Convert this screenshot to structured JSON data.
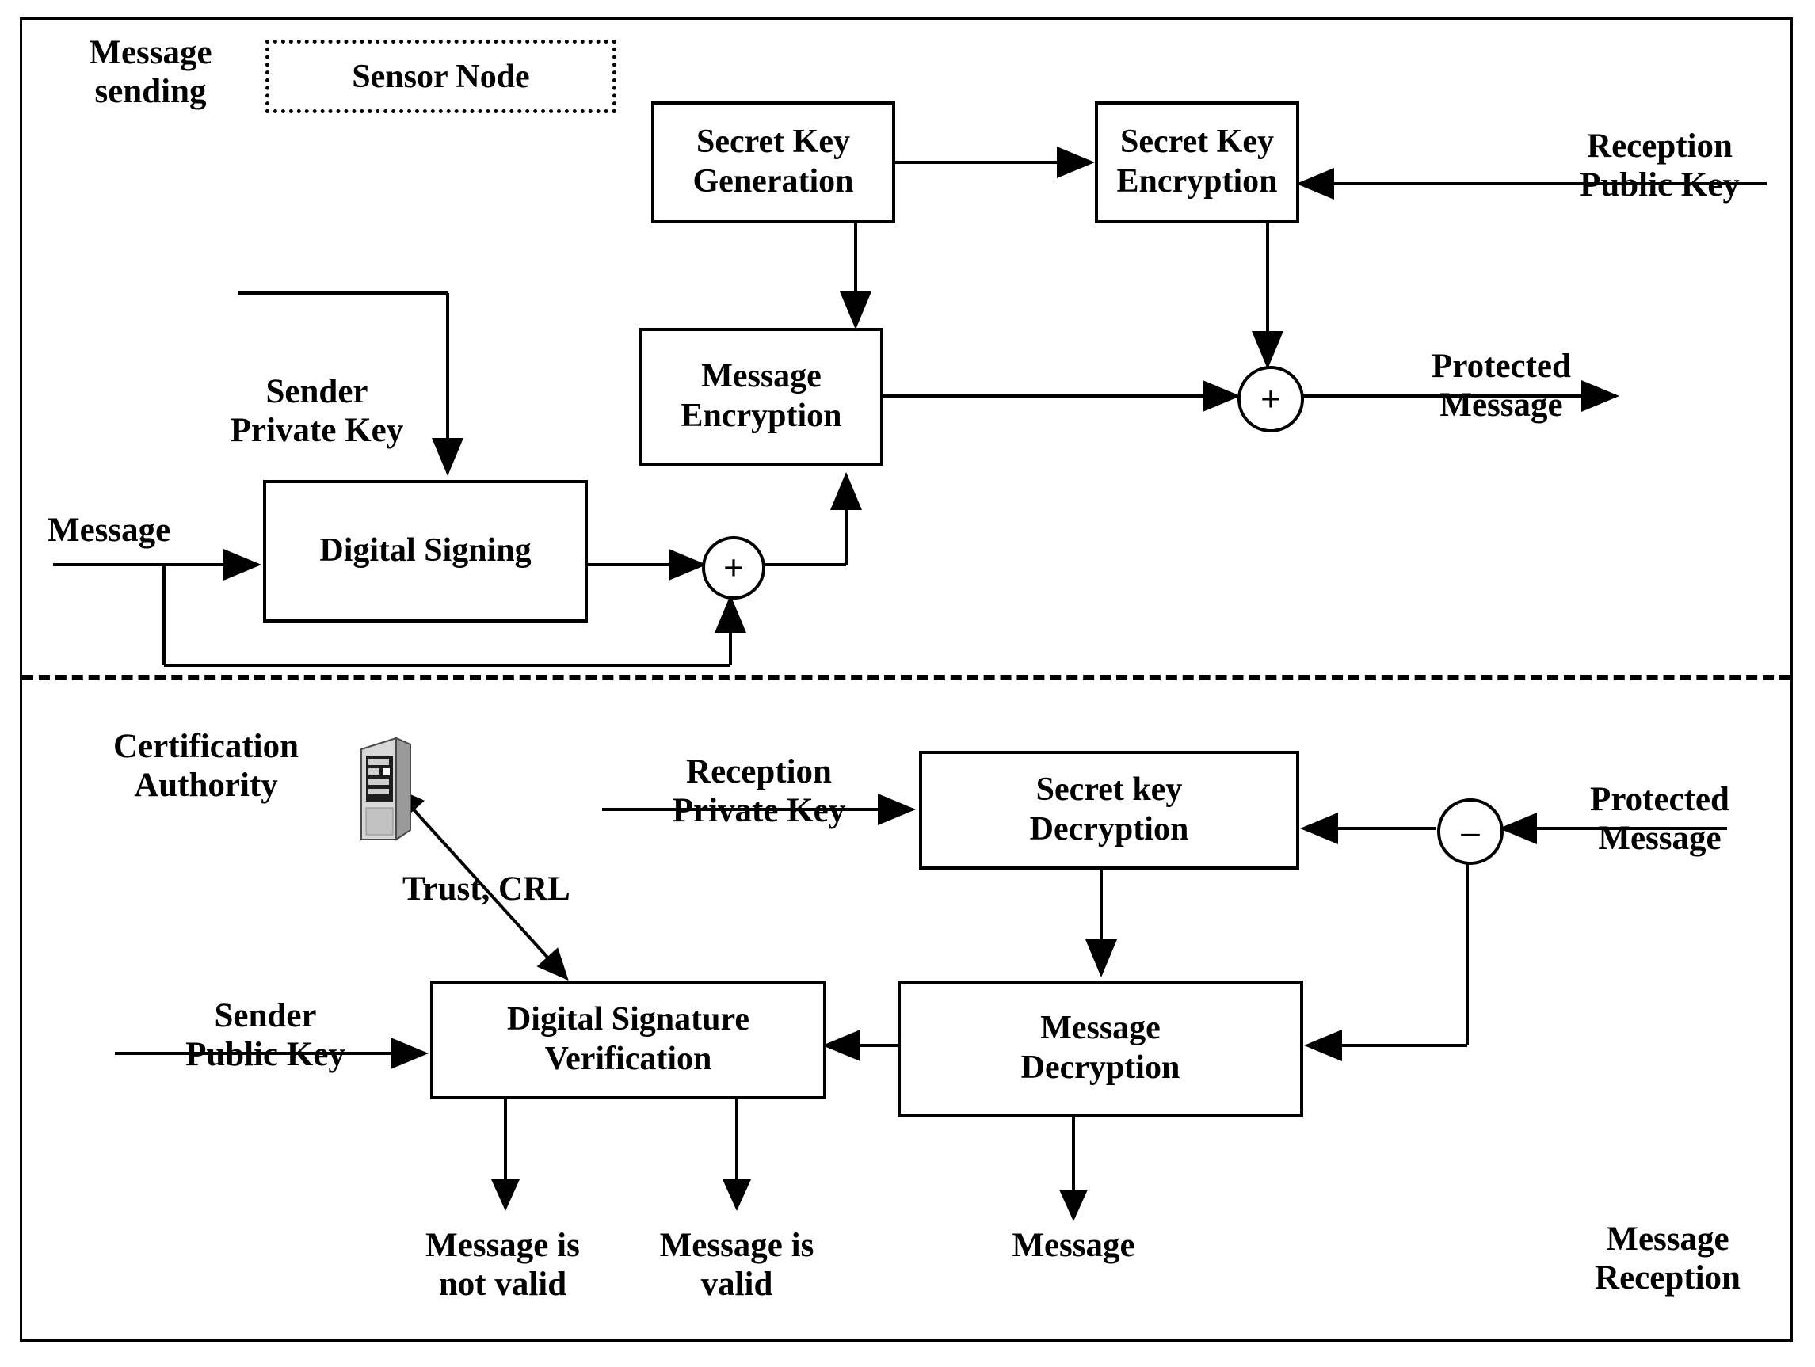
{
  "diagram": {
    "title": "Secure message sending and reception flow",
    "sections": {
      "top_label_line1": "Message",
      "top_label_line2": "sending",
      "sensor_node": "Sensor Node",
      "bottom_label_line1": "Message",
      "bottom_label_line2": "Reception"
    },
    "sending": {
      "boxes": [
        {
          "id": "secret-key-generation",
          "line1": "Secret Key",
          "line2": "Generation"
        },
        {
          "id": "secret-key-encryption",
          "line1": "Secret Key",
          "line2": "Encryption"
        },
        {
          "id": "message-encryption",
          "line1": "Message",
          "line2": "Encryption"
        },
        {
          "id": "digital-signing",
          "line1": "Digital Signing",
          "line2": ""
        }
      ],
      "labels": {
        "reception_public_key_1": "Reception",
        "reception_public_key_2": "Public Key",
        "sender_private_key_1": "Sender",
        "sender_private_key_2": "Private Key",
        "message_in": "Message",
        "protected_message_1": "Protected",
        "protected_message_2": "Message"
      },
      "operators": [
        {
          "id": "sum-signature",
          "symbol": "+"
        },
        {
          "id": "sum-protected",
          "symbol": "+"
        }
      ]
    },
    "reception": {
      "boxes": [
        {
          "id": "secret-key-decryption",
          "line1": "Secret key",
          "line2": "Decryption"
        },
        {
          "id": "message-decryption",
          "line1": "Message",
          "line2": "Decryption"
        },
        {
          "id": "digital-signature-verification",
          "line1": "Digital Signature",
          "line2": "Verification"
        }
      ],
      "labels": {
        "certification_authority_1": "Certification",
        "certification_authority_2": "Authority",
        "trust_crl": "Trust, CRL",
        "reception_private_key_1": "Reception",
        "reception_private_key_2": "Private Key",
        "sender_public_key_1": "Sender",
        "sender_public_key_2": "Public Key",
        "protected_message_1": "Protected",
        "protected_message_2": "Message",
        "message_not_valid_1": "Message is",
        "message_not_valid_2": "not valid",
        "message_valid_1": "Message is",
        "message_valid_2": "valid",
        "message_out": "Message"
      },
      "operators": [
        {
          "id": "difference-protected",
          "symbol": "–"
        }
      ]
    },
    "colors": {
      "stroke": "#000000",
      "background": "#ffffff",
      "server_icon_light": "#d8d8d8",
      "server_icon_mid": "#9a9a9a",
      "server_icon_dark": "#4a4a4a"
    }
  }
}
